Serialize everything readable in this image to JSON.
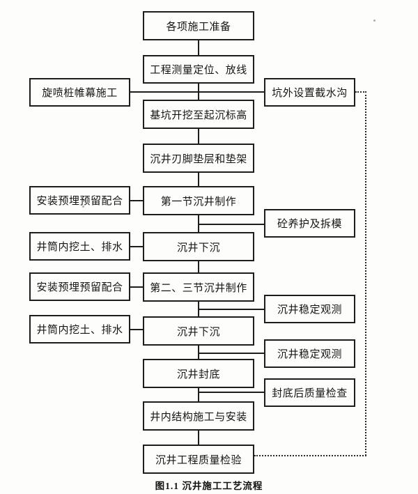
{
  "page": {
    "caption": "图1.1 沉井施工工艺流程"
  },
  "flowchart": {
    "line_color": "#1d1d1d",
    "line_styles": {
      "main_flow": "solid",
      "feedback": "dotted"
    },
    "main_steps": [
      "各项施工准备",
      "工程测量定位、放线",
      "基坑开挖至起沉标高",
      "沉井刃脚垫层和垫架",
      "第一节沉井制作",
      "沉井下沉",
      "第二、三节沉井制作",
      "沉井下沉",
      "沉井封底",
      "井内结构施工与安装",
      "沉井工程质量检验"
    ],
    "left_branches": [
      "旋喷桩帷幕施工",
      "安装预埋预留配合",
      "井筒内挖土、排水",
      "安装预埋预留配合",
      "井筒内挖土、排水"
    ],
    "right_branches": [
      "坑外设置截水沟",
      "砼养护及拆模",
      "沉井稳定观测",
      "沉井稳定观测",
      "封底后质量检查"
    ]
  }
}
